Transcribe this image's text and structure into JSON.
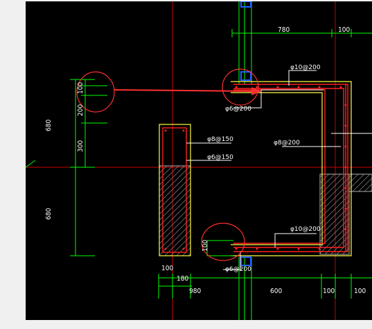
{
  "colors": {
    "background": "#000000",
    "page_frame": "#f0f0f0",
    "dimension_line": "#00ff00",
    "rebar": "#ff2020",
    "outline": "#ffff40",
    "axis": "#cc0000",
    "highlight": "#ff3030",
    "column_marker": "#2060ff",
    "hatch": "#9a9a9a",
    "text": "#ffffff"
  },
  "rebar_labels": {
    "top_slab": "φ10@200",
    "top_left_stirrup": "φ6@200",
    "right_wall": "φ8@200",
    "left_pier_top": "φ8@150",
    "left_pier_bottom": "φ6@150",
    "bottom_slab": "φ10@200",
    "bottom_stirrup": "φ6@200"
  },
  "dimensions": {
    "top_780": "780",
    "top_100": "100",
    "left_100": "100",
    "left_200": "200",
    "left_300": "300",
    "left_680_upper": "680",
    "left_680_lower": "680",
    "bottom_left_100": "100",
    "bottom_left_180": "180",
    "bottom_980": "980",
    "bottom_600": "600",
    "bottom_right_100_a": "100",
    "bottom_right_100_b": "100",
    "bottom_callout_100": "100"
  }
}
